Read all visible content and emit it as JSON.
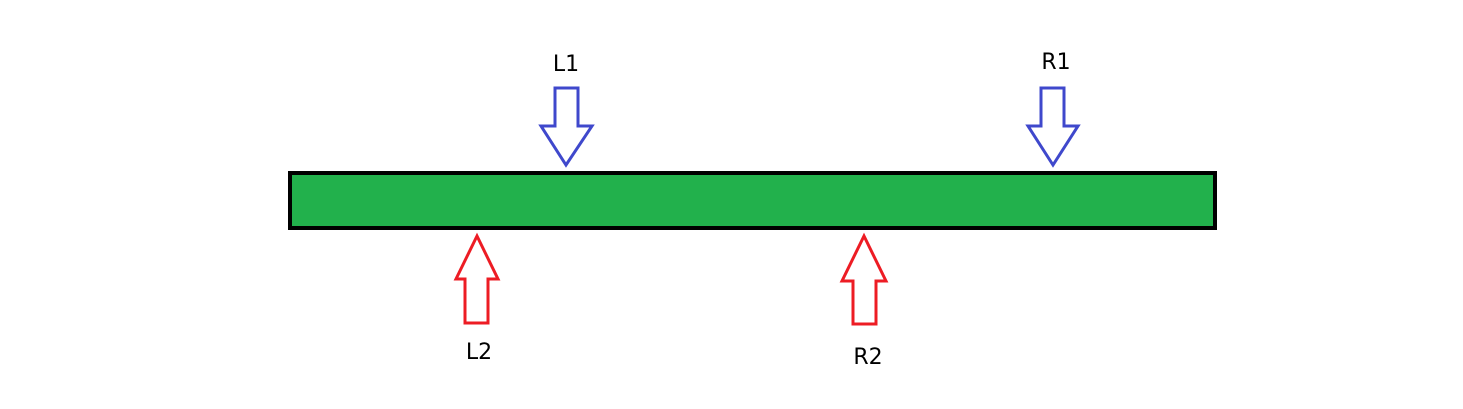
{
  "diagram": {
    "beam": {
      "fill_color": "#22b14c",
      "border_color": "#000000"
    },
    "forces": [
      {
        "id": "l1",
        "label": "L1",
        "direction": "down",
        "color": "#3f48cc"
      },
      {
        "id": "r1",
        "label": "R1",
        "direction": "down",
        "color": "#3f48cc"
      },
      {
        "id": "l2",
        "label": "L2",
        "direction": "up",
        "color": "#ed1c24"
      },
      {
        "id": "r2",
        "label": "R2",
        "direction": "up",
        "color": "#ed1c24"
      }
    ]
  }
}
